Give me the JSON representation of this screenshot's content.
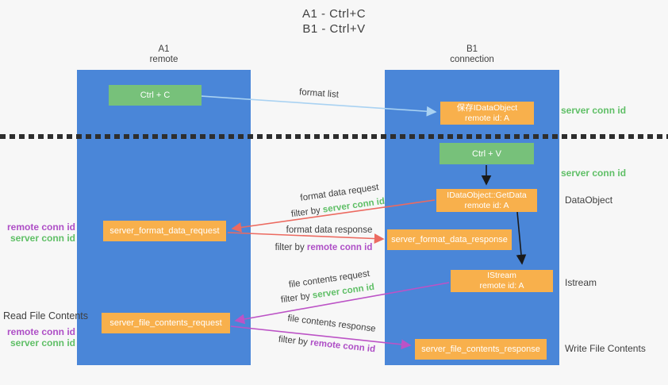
{
  "title": {
    "line1": "A1 - Ctrl+C",
    "line2": "B1 - Ctrl+V"
  },
  "lifelines": {
    "a1": {
      "name": "A1",
      "role": "remote"
    },
    "b1": {
      "name": "B1",
      "role": "connection"
    }
  },
  "nodes": {
    "ctrl_c": {
      "label": "Ctrl + C"
    },
    "ctrl_v": {
      "label": "Ctrl + V"
    },
    "save_dataobject": {
      "line1": "保存IDataObject",
      "line2": "remote id: A"
    },
    "getdata": {
      "line1": "IDataObject::GetData",
      "line2": "remote id: A"
    },
    "istream": {
      "line1": "IStream",
      "line2": "remote id: A"
    },
    "format_request": {
      "label": "server_format_data_request"
    },
    "format_response": {
      "label": "server_format_data_response"
    },
    "file_request": {
      "label": "server_file_contents_request"
    },
    "file_response": {
      "label": "server_file_contents_response"
    }
  },
  "arrow_labels": {
    "format_list": "format list",
    "format_data_request": "format data request",
    "format_data_response": "format data response",
    "file_contents_request": "file contents request",
    "file_contents_response": "file contents response",
    "filter_by": "filter by",
    "server_conn_id": "server conn id",
    "remote_conn_id": "remote conn id"
  },
  "side_labels": {
    "server_conn_id_right_top": "server conn id",
    "server_conn_id_right_mid": "server conn id",
    "dataobject": "DataObject",
    "istream": "Istream",
    "write_file_contents": "Write File Contents",
    "read_file_contents": "Read File Contents",
    "remote_conn_id_left_1": "remote conn id",
    "server_conn_id_left_1": "server conn id",
    "remote_conn_id_left_2": "remote conn id",
    "server_conn_id_left_2": "server conn id"
  },
  "colors": {
    "lifeline_blue": "#4A86D8",
    "node_green": "#77C17A",
    "node_orange": "#F8B04C",
    "arrow_red": "#EC6A60",
    "arrow_purple": "#BC53C6",
    "arrow_light_blue": "#A9D2F2",
    "arrow_black": "#1A1A1A",
    "keyword_green": "#5FBF66",
    "keyword_purple": "#AE4EC6",
    "text_dark": "#3F3F3F",
    "divider_dark": "#2E2E2E"
  }
}
